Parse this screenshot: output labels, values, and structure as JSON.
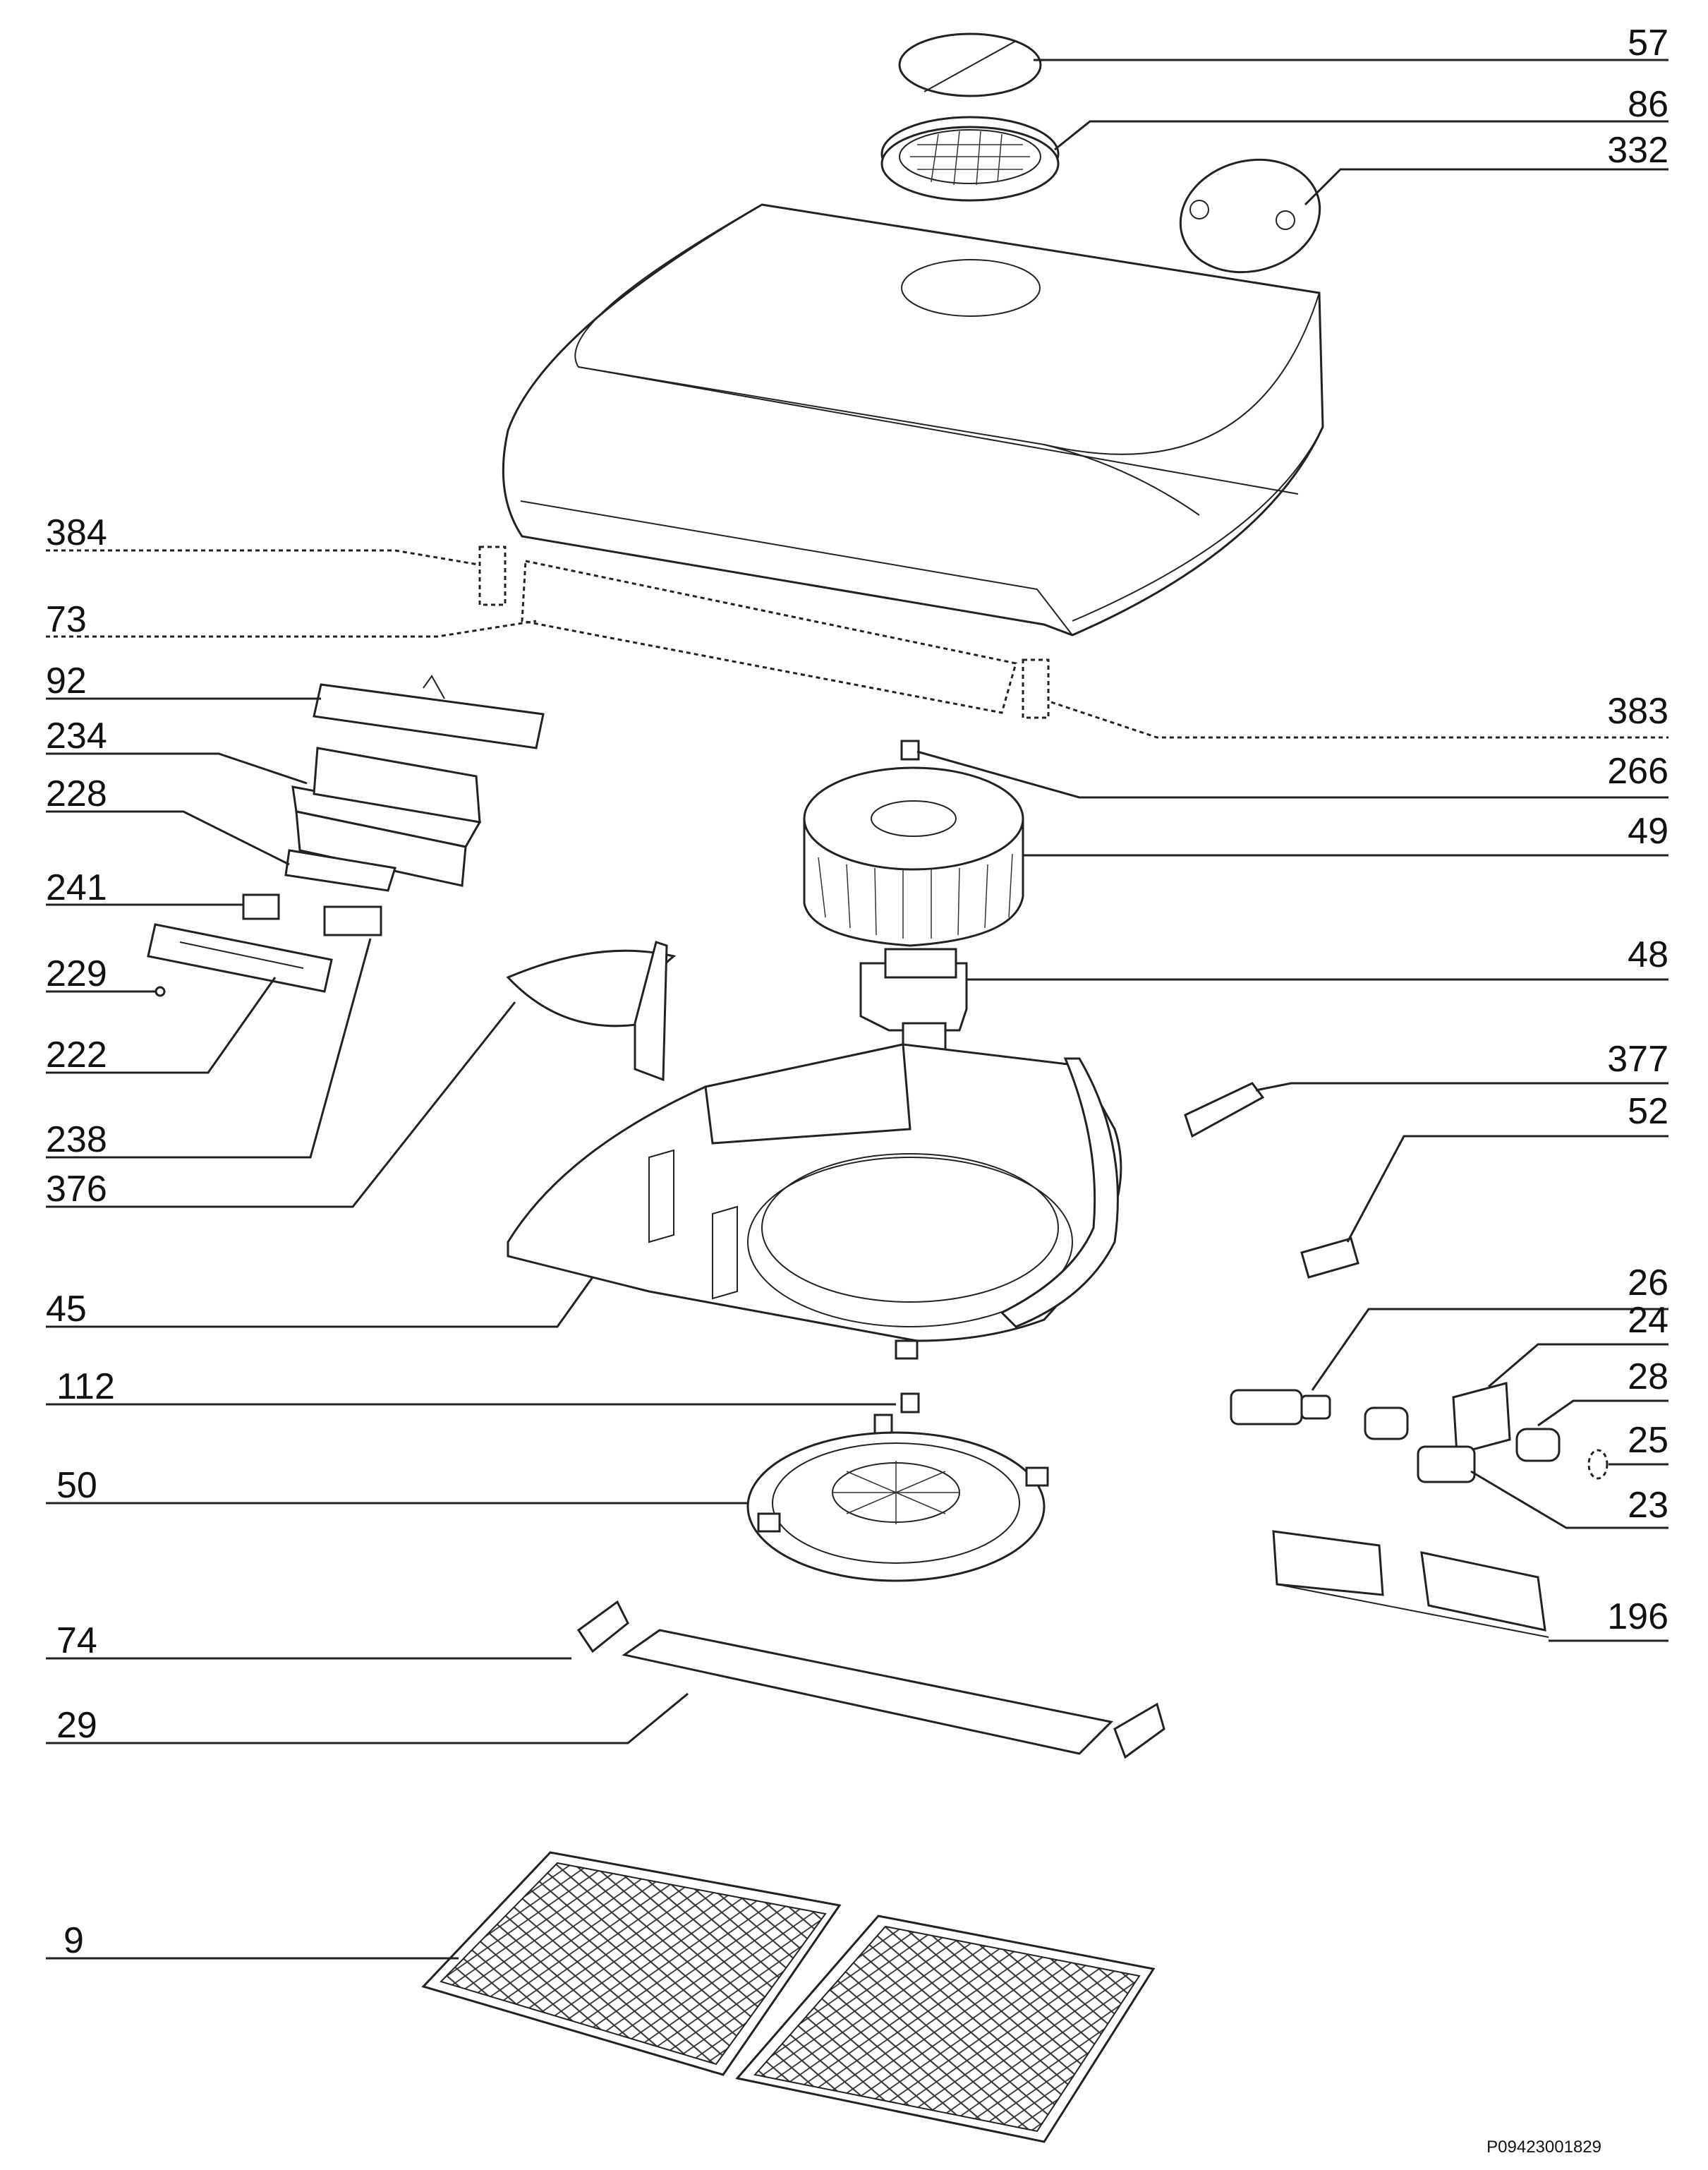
{
  "labels": {
    "p57": "57",
    "p86": "86",
    "p332": "332",
    "p384": "384",
    "p73": "73",
    "p383": "383",
    "p92": "92",
    "p234": "234",
    "p228": "228",
    "p241": "241",
    "p229": "229",
    "p222": "222",
    "p238": "238",
    "p376": "376",
    "p45": "45",
    "p266": "266",
    "p49": "49",
    "p48": "48",
    "p377": "377",
    "p52": "52",
    "p26": "26",
    "p24": "24",
    "p28": "28",
    "p25": "25",
    "p23": "23",
    "p196": "196",
    "p112": "112",
    "p50": "50",
    "p74": "74",
    "p29": "29",
    "p9": "9"
  },
  "drawing_code": "P09423001829"
}
